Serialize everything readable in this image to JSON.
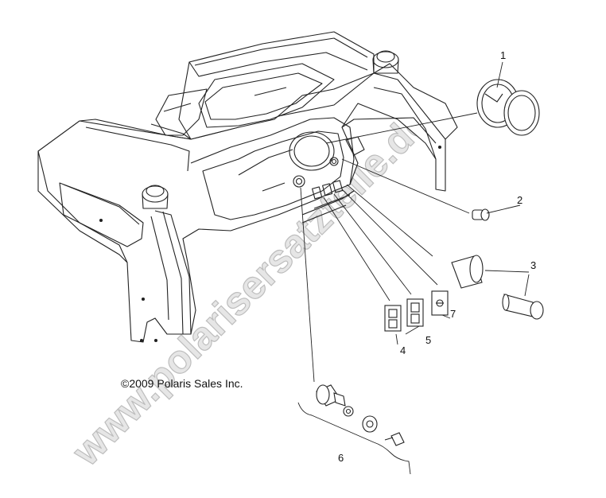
{
  "copyright": "©2009 Polaris Sales Inc.",
  "watermark": "www.polarisersatzteile.de",
  "callouts": [
    "1",
    "2",
    "3",
    "4",
    "5",
    "6",
    "7"
  ],
  "colors": {
    "line": "#222222",
    "watermark_fill": "#e6e6e6",
    "watermark_stroke": "#bdbdbd"
  }
}
